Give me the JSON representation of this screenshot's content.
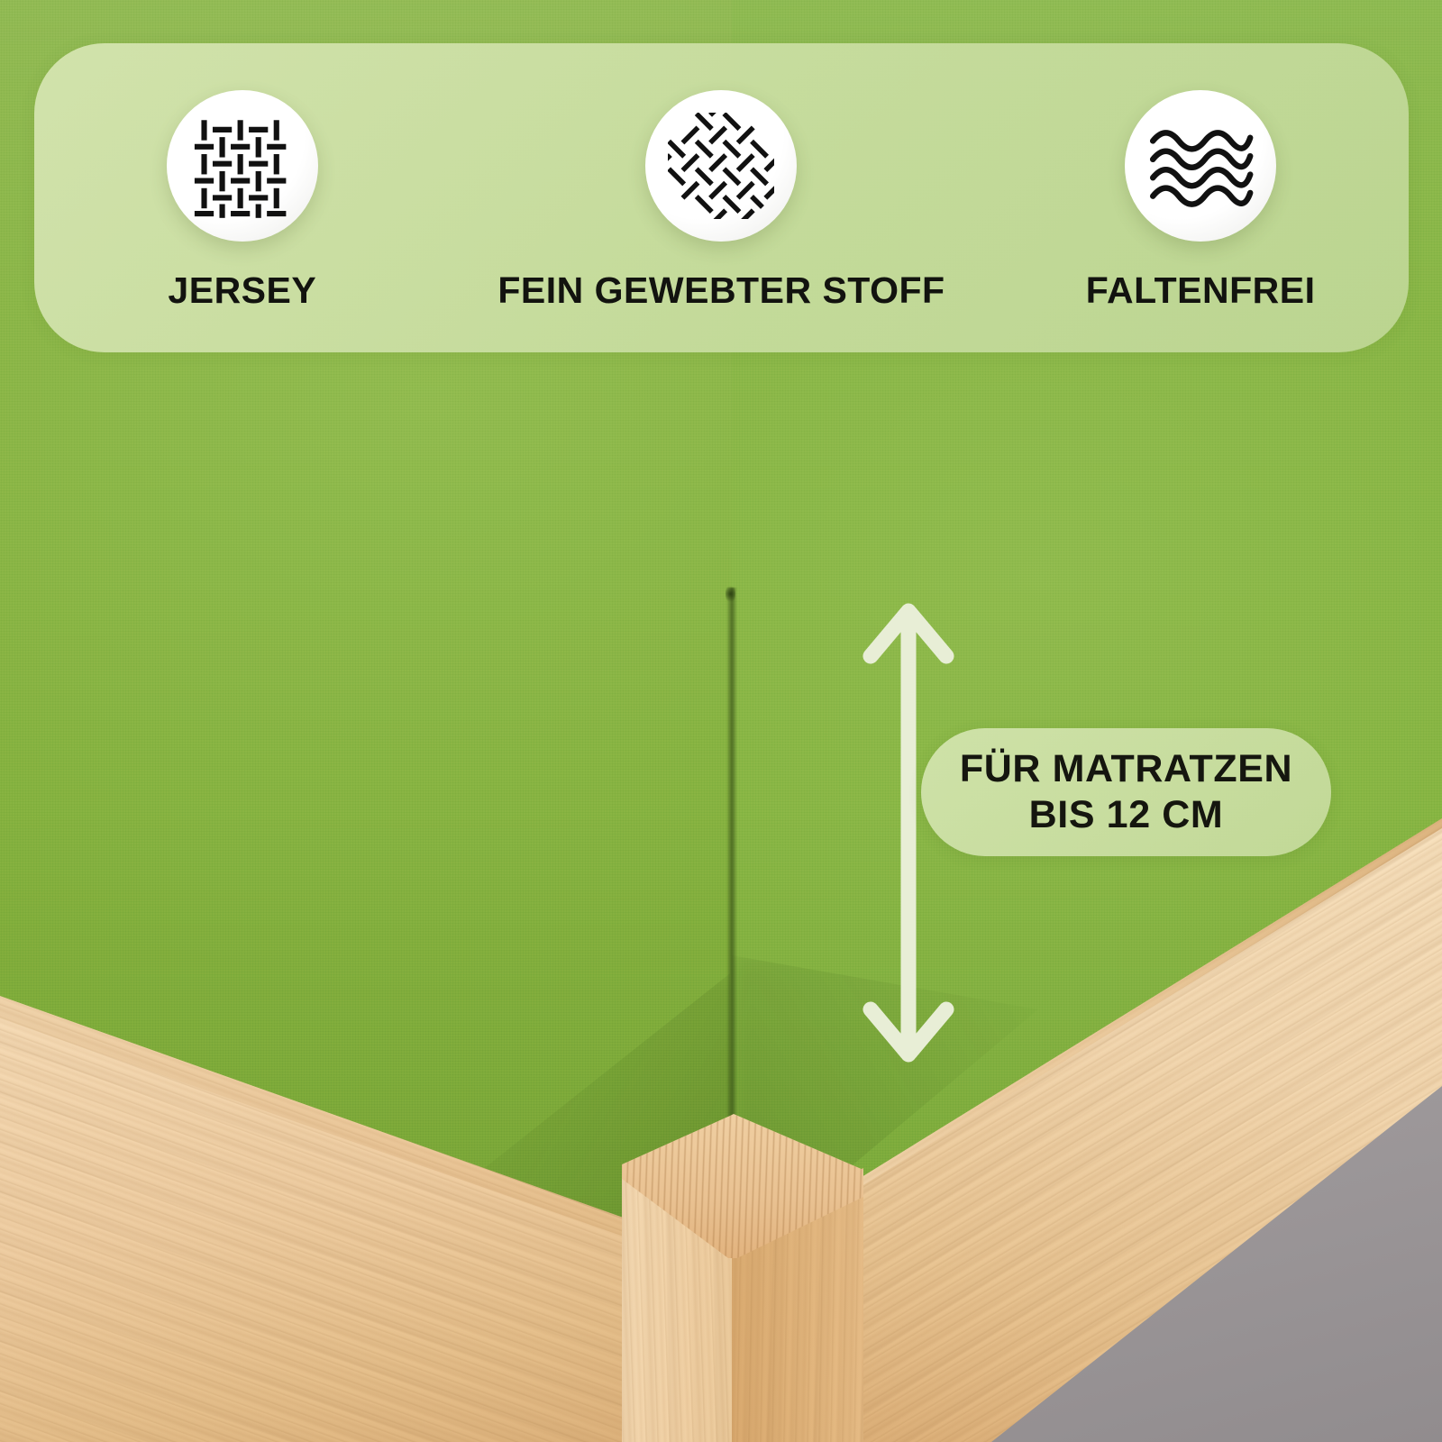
{
  "palette": {
    "fabric_green": "#7fae3b",
    "fabric_green_dark": "#6f9e31",
    "pill_green": "#cfe2a8",
    "arrow_cream": "#e8eed6",
    "wood_light": "#f4d8b0",
    "wood_mid": "#e6c08c",
    "wood_dark": "#d9a96e",
    "floor_gray": "#9c9799",
    "text_black": "#12130f"
  },
  "header": {
    "features": [
      {
        "id": "jersey",
        "icon": "basket-weave-grid-icon",
        "label": "JERSEY"
      },
      {
        "id": "woven",
        "icon": "diagonal-basket-weave-icon",
        "label": "FEIN GEWEBTER STOFF"
      },
      {
        "id": "wrinkle",
        "icon": "wavy-lines-icon",
        "label": "FALTENFREI"
      }
    ]
  },
  "measurement": {
    "arrow_icon": "double-headed-vertical-arrow-icon",
    "badge_line1": "FÜR MATRATZEN",
    "badge_line2": "BIS 12 CM"
  },
  "product": {
    "sheet_color_name": "green",
    "frame_material": "light pine wood"
  }
}
